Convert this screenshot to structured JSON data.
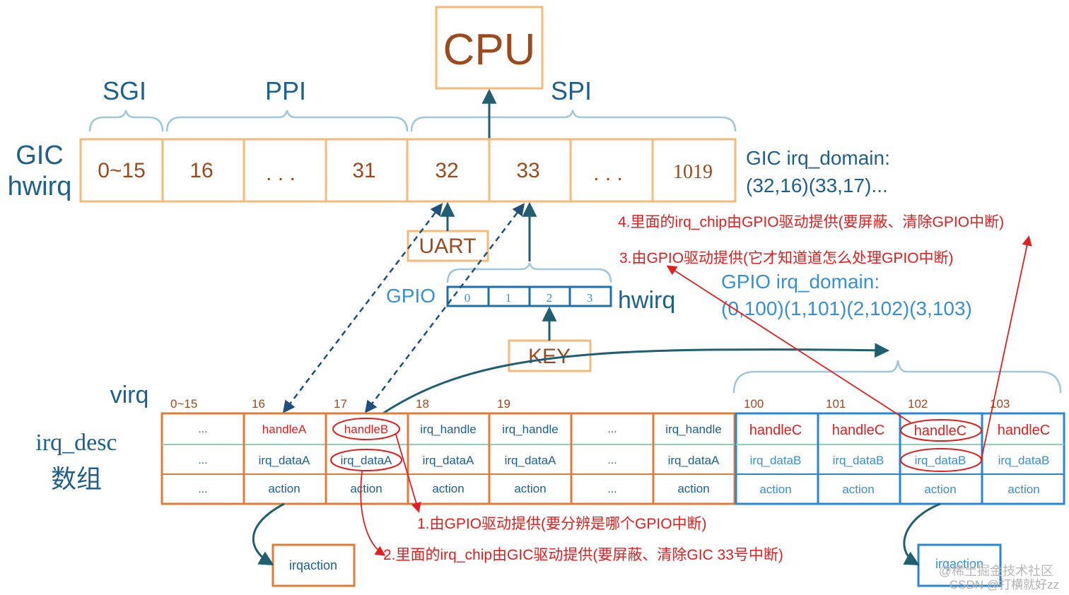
{
  "cpu": {
    "label": "CPU"
  },
  "ranges": {
    "sgi": "SGI",
    "ppi": "PPI",
    "spi": "SPI"
  },
  "gic": {
    "title_line1": "GIC",
    "title_line2": "hwirq",
    "cells": [
      "0~15",
      "16",
      ". . .",
      "31",
      "32",
      "33",
      ". . .",
      "1019"
    ],
    "domain_line1": "GIC irq_domain:",
    "domain_line2": "(32,16)(33,17)..."
  },
  "uart": {
    "label": "UART"
  },
  "gpio": {
    "label": "GPIO",
    "cells": [
      "0",
      "1",
      "2",
      "3"
    ],
    "hwirq_label": "hwirq",
    "domain_line1": "GPIO irq_domain:",
    "domain_line2": "(0,100)(1,101)(2,102)(3,103)"
  },
  "key": {
    "label": "KEY"
  },
  "virq": {
    "label": "virq",
    "desc_line1": "irq_desc",
    "desc_line2": "数组",
    "index_labels": [
      "0~15",
      "16",
      "17",
      "18",
      "19",
      "100",
      "101",
      "102",
      "103"
    ],
    "columns": [
      {
        "r1": "...",
        "r2": "...",
        "r3": "..."
      },
      {
        "r1": "handleA",
        "r2": "irq_dataA",
        "r3": "action"
      },
      {
        "r1": "handleB",
        "r2": "irq_dataA",
        "r3": "action"
      },
      {
        "r1": "irq_handle",
        "r2": "irq_dataA",
        "r3": "action"
      },
      {
        "r1": "irq_handle",
        "r2": "irq_dataA",
        "r3": "action"
      },
      {
        "r1": "...",
        "r2": "...",
        "r3": "..."
      },
      {
        "r1": "irq_handle",
        "r2": "irq_dataA",
        "r3": "action"
      },
      {
        "r1": "handleC",
        "r2": "irq_dataB",
        "r3": "action"
      },
      {
        "r1": "handleC",
        "r2": "irq_dataB",
        "r3": "action"
      },
      {
        "r1": "handleC",
        "r2": "irq_dataB",
        "r3": "action"
      },
      {
        "r1": "handleC",
        "r2": "irq_dataB",
        "r3": "action"
      }
    ]
  },
  "irqaction": {
    "left": "irqaction",
    "right": "irqaction"
  },
  "notes": {
    "n1": "1.由GPIO驱动提供(要分辨是哪个GPIO中断)",
    "n2": "2.里面的irq_chip由GIC驱动提供(要屏蔽、清除GIC 33号中断)",
    "n3": "3.由GPIO驱动提供(它才知道道怎么处理GPIO中断)",
    "n4": "4.里面的irq_chip由GPIO驱动提供(要屏蔽、清除GPIO中断)"
  },
  "watermark": {
    "line1": "@稀土掘金技术社区",
    "line2": "CSDN @打横就好zz"
  },
  "colors": {
    "orange": "#f5b97a",
    "orange_dark": "#e07c3a",
    "brown": "#9b4a1e",
    "blue": "#1f5f8b",
    "blue_light": "#3a8fd0",
    "teal": "#2a6f7f",
    "red": "#e02020",
    "green_divider": "#8fcfb4"
  }
}
